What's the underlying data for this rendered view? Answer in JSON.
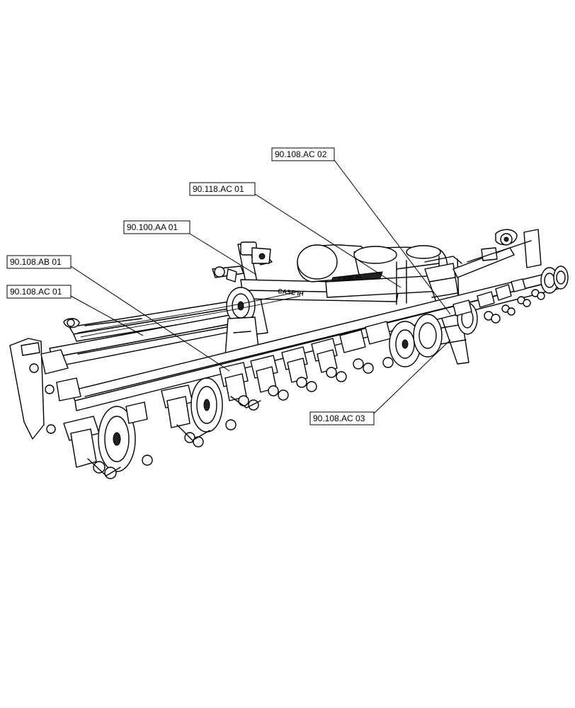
{
  "callouts": [
    {
      "label": "90.108.AC 02"
    },
    {
      "label": "90.118.AC 01"
    },
    {
      "label": "90.100.AA 01"
    },
    {
      "label": "90.108.AB 01"
    },
    {
      "label": "90.108.AC 01"
    },
    {
      "label": "90.108.AC 03"
    }
  ],
  "brand": {
    "tank_logo": "CASE IH",
    "frame_logo": "CASE IH"
  },
  "colors": {
    "line": "#000000",
    "background": "#ffffff"
  }
}
